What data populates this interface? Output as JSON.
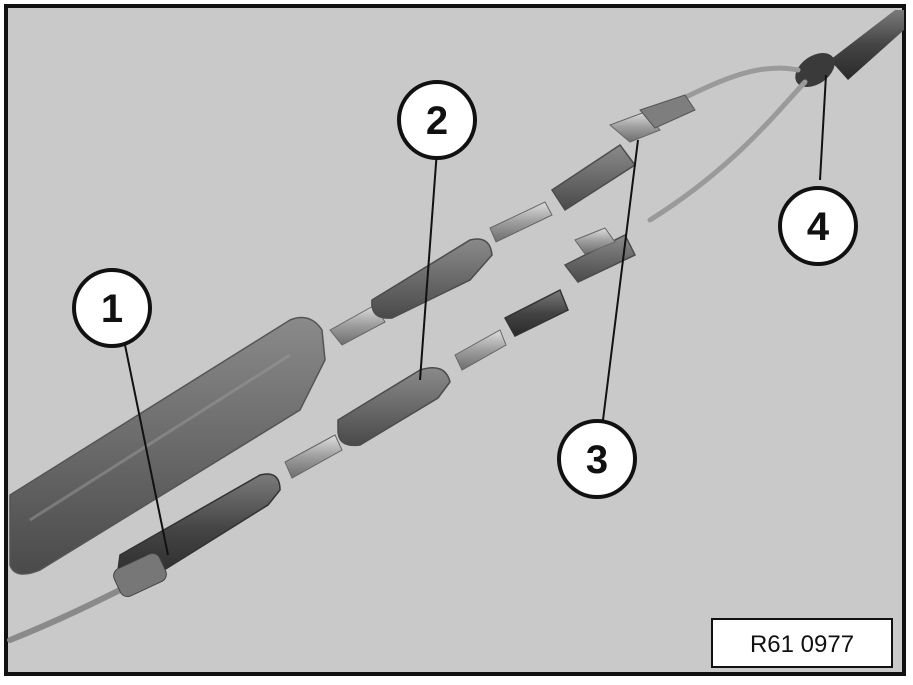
{
  "callouts": [
    {
      "id": "1",
      "label": "1"
    },
    {
      "id": "2",
      "label": "2"
    },
    {
      "id": "3",
      "label": "3"
    },
    {
      "id": "4",
      "label": "4"
    }
  ],
  "reference_code": "R61 0977",
  "colors": {
    "background": "#c8c8c8",
    "frame": "#111111",
    "callout_fill": "#ffffff",
    "component_dark": "#6e6e6e",
    "component_light": "#a9a9a9"
  }
}
